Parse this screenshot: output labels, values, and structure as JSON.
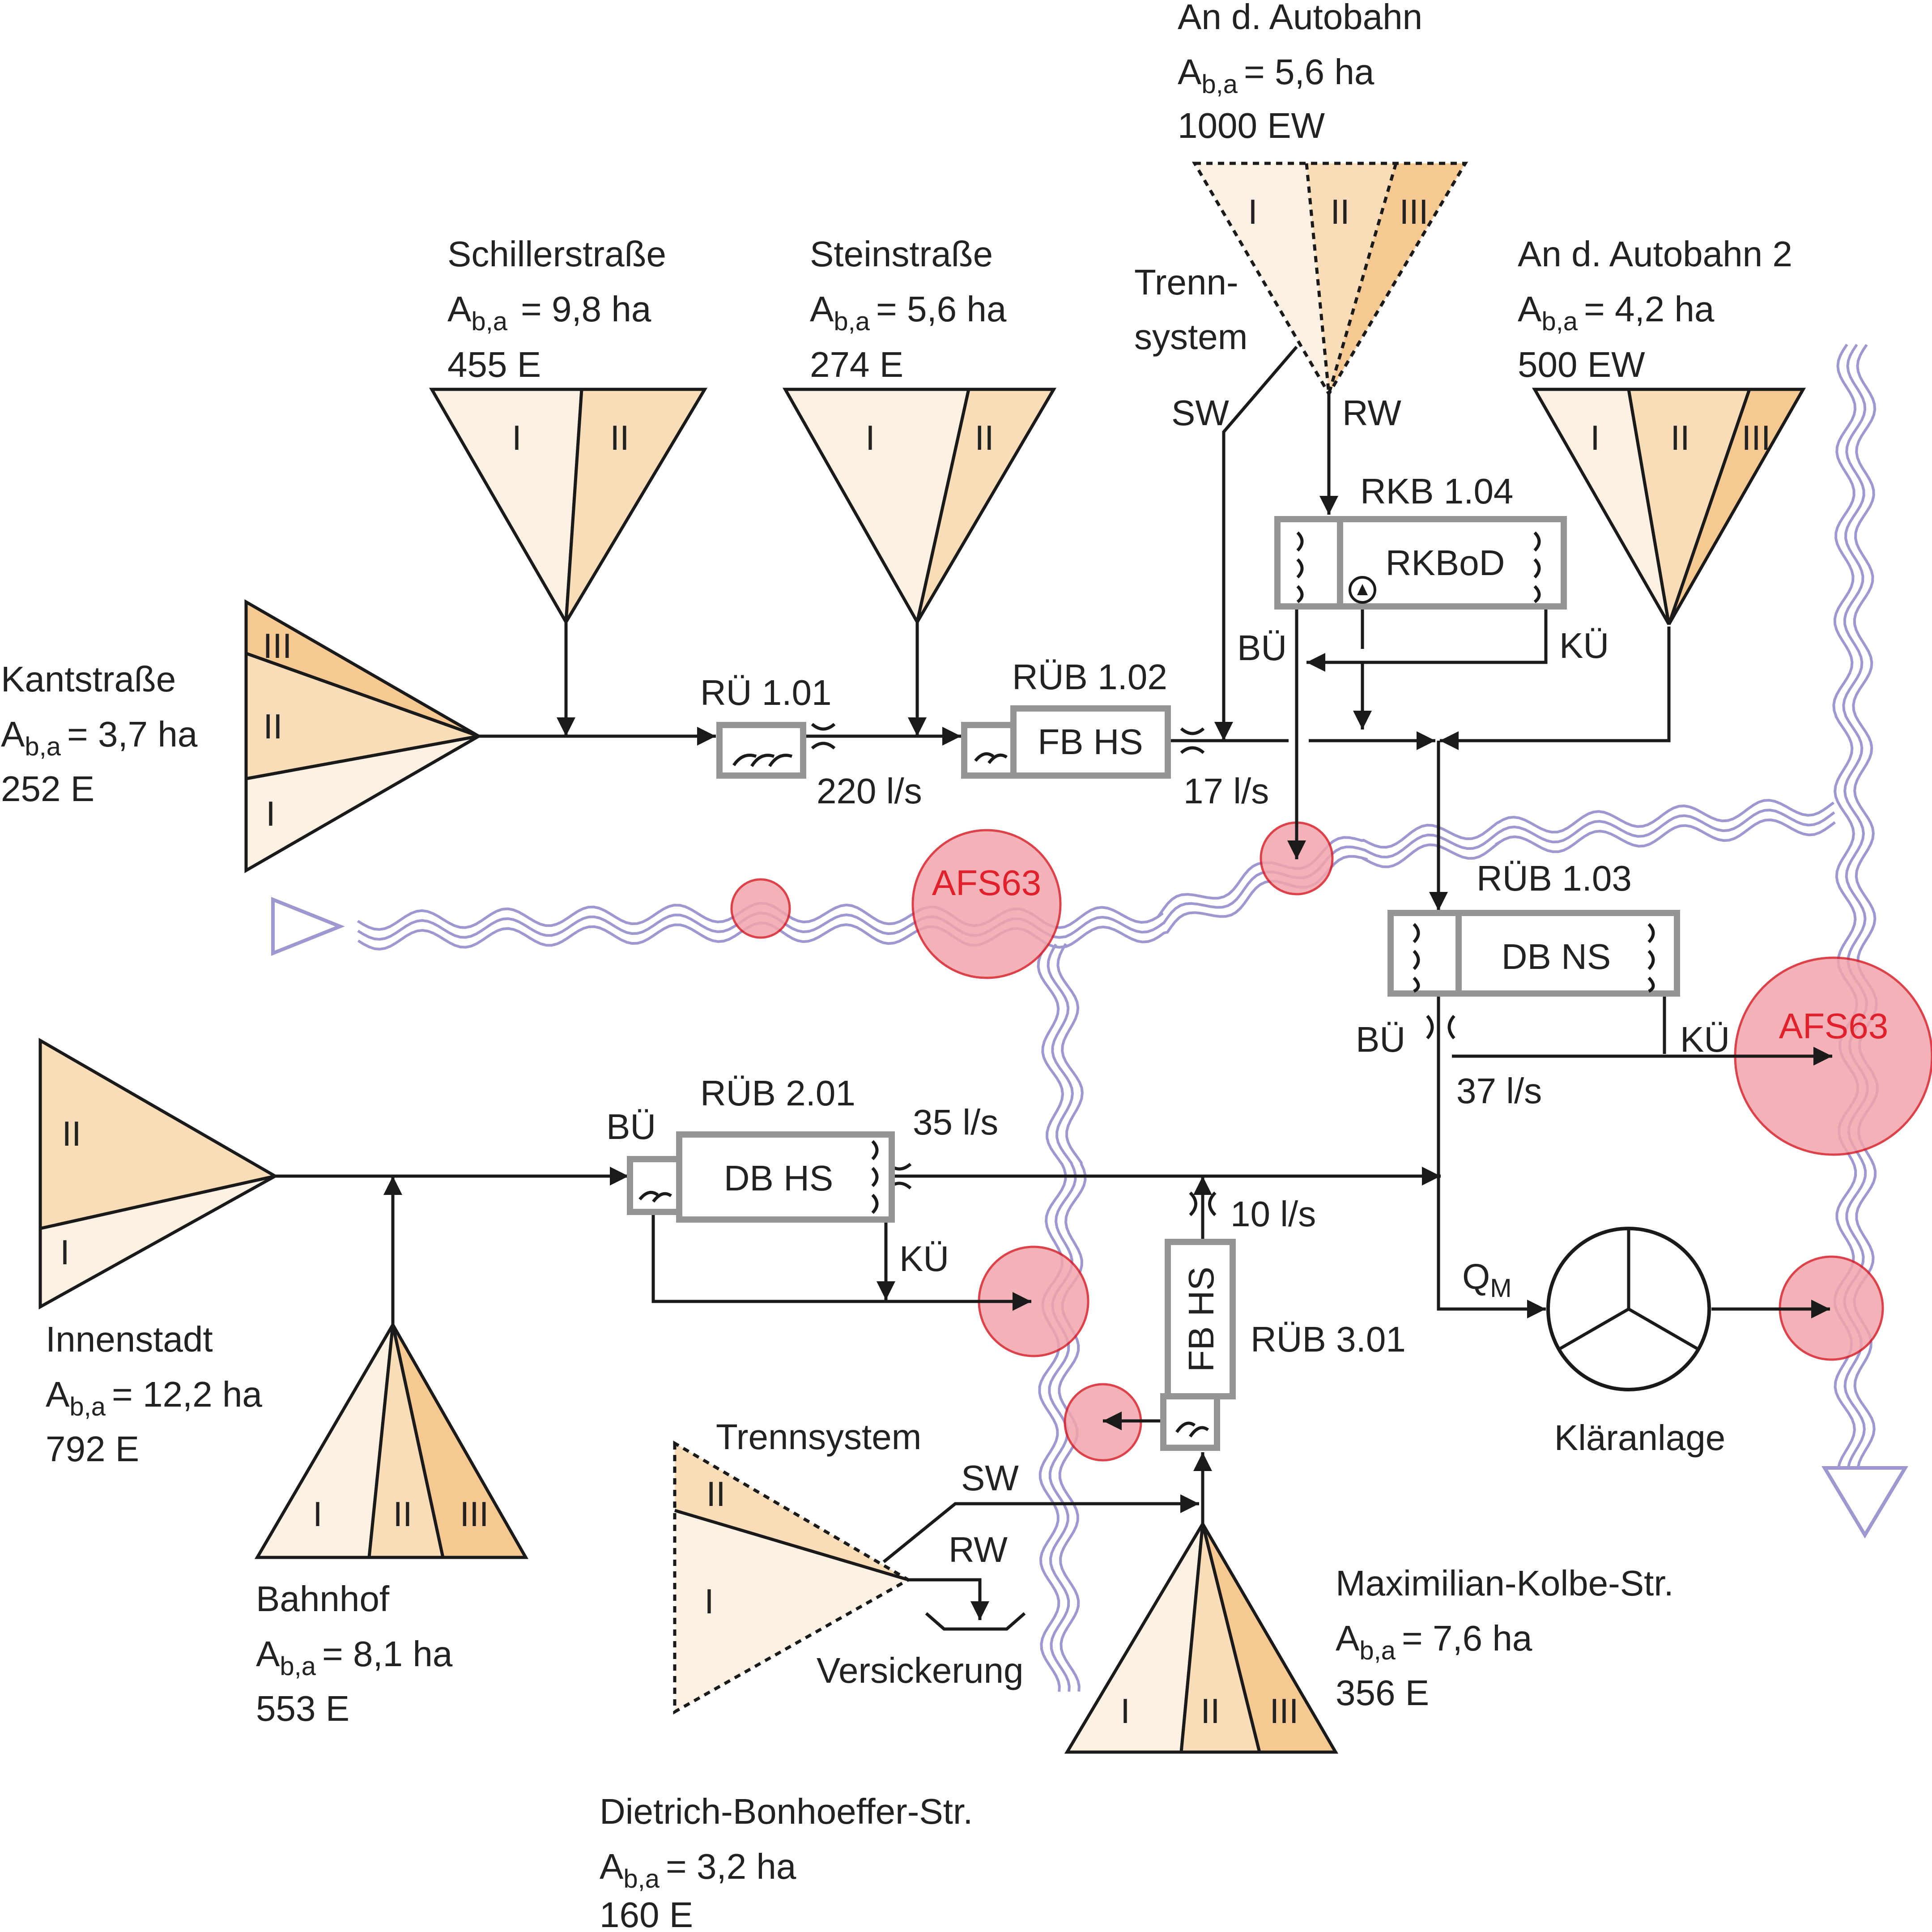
{
  "catchments": {
    "kant": {
      "name": "Kantstraße",
      "area": "= 3,7 ha",
      "pop": "252 E",
      "zones": [
        "III",
        "II",
        "I"
      ]
    },
    "schiller": {
      "name": "Schillerstraße",
      "area": "= 9,8 ha",
      "pop": "455 E",
      "zones": [
        "I",
        "II"
      ]
    },
    "stein": {
      "name": "Steinstraße",
      "area": "= 5,6 ha",
      "pop": "274 E",
      "zones": [
        "I",
        "II"
      ]
    },
    "autobahn": {
      "name": "An d. Autobahn",
      "area": "= 5,6 ha",
      "pop": "1000 EW",
      "zones": [
        "I",
        "II",
        "III"
      ],
      "system_line1": "Trenn-",
      "system_line2": "system",
      "sw": "SW",
      "rw": "RW"
    },
    "autobahn2": {
      "name": "An d. Autobahn 2",
      "area": "= 4,2 ha",
      "pop": "500 EW",
      "zones": [
        "I",
        "II",
        "III"
      ]
    },
    "innenstadt": {
      "name": "Innenstadt",
      "area": "= 12,2 ha",
      "pop": "792 E",
      "zones": [
        "II",
        "I"
      ]
    },
    "bahnhof": {
      "name": "Bahnhof",
      "area": "= 8,1 ha",
      "pop": "553 E",
      "zones": [
        "I",
        "II",
        "III"
      ]
    },
    "dietrich": {
      "name": "Dietrich-Bonhoeffer-Str.",
      "area": "= 3,2 ha",
      "pop": "160 E",
      "zones": [
        "II",
        "I"
      ],
      "system": "Trennsystem",
      "sw": "SW",
      "rw": "RW",
      "infiltration": "Versickerung"
    },
    "maximilian": {
      "name": "Maximilian-Kolbe-Str.",
      "area": "= 7,6 ha",
      "pop": "356 E",
      "zones": [
        "I",
        "II",
        "III"
      ]
    }
  },
  "area_symbol": {
    "main": "A",
    "subscript": "b,a"
  },
  "structures": {
    "ru101": {
      "title": "RÜ 1.01",
      "throttle": "220 l/s"
    },
    "rub102": {
      "title": "RÜB 1.02",
      "type": "FB HS",
      "throttle": "17 l/s"
    },
    "rkb104": {
      "title": "RKB 1.04",
      "type": "RKBoD",
      "bu": "BÜ",
      "ku": "KÜ"
    },
    "rub103": {
      "title": "RÜB 1.03",
      "type": "DB NS",
      "bu": "BÜ",
      "ku": "KÜ",
      "throttle": "37 l/s"
    },
    "rub201": {
      "title": "RÜB 2.01",
      "type": "DB HS",
      "bu": "BÜ",
      "ku": "KÜ",
      "throttle": "35 l/s"
    },
    "rub301": {
      "title": "RÜB 3.01",
      "type": "FB HS",
      "throttle": "10 l/s"
    }
  },
  "wwtp": {
    "label": "Kläranlage",
    "flow_main": "Q",
    "flow_sub": "M"
  },
  "afs_labels": [
    "AFS63",
    "AFS63"
  ],
  "colors": {
    "zone_I": "#fdf1e3",
    "zone_II": "#f9dcb8",
    "zone_III": "#f6c993",
    "river": "#9d98cf",
    "spot_fill": "#f2a5ac",
    "spot_stroke": "#d8202a",
    "box": "#959595"
  }
}
